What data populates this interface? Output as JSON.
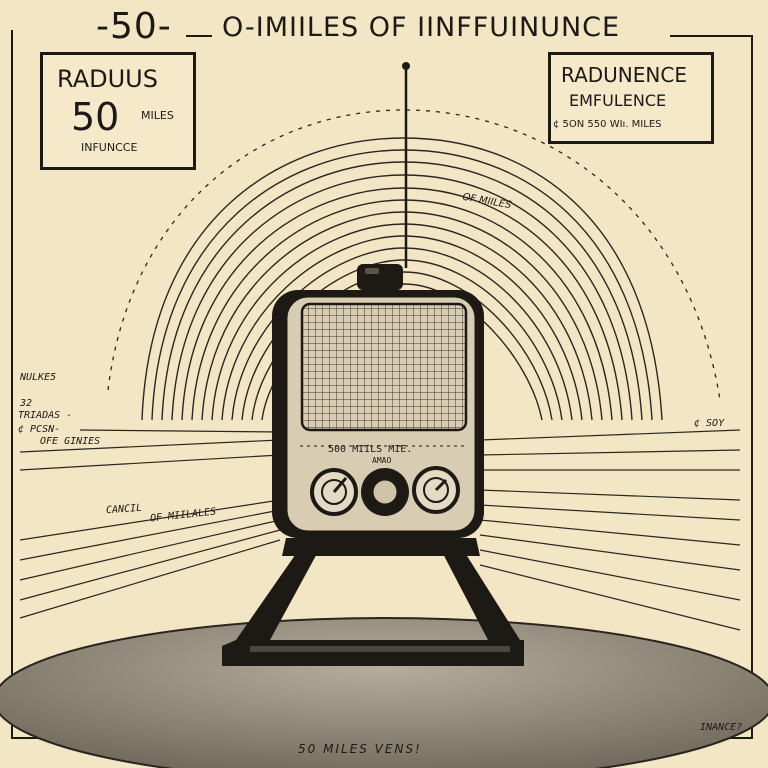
{
  "header": {
    "title_number": "-50-",
    "title_text": "O-IMIILES OF IINFFUINUNCE"
  },
  "left_box": {
    "line1": "RADUUS",
    "line2": "50",
    "line3": "MILES",
    "line4": "INFUNCCE"
  },
  "right_box": {
    "line1": "RADUNENCE",
    "line2": "EMFULENCE",
    "line3": "¢ 5ON 550 WIı. MILES"
  },
  "annotations": {
    "arc_label": "OF MIILES",
    "left_1": "NULKE5",
    "left_2": "32",
    "left_3": "TRIADAS -",
    "left_4": "¢ PCSN-",
    "left_5": "OFE GINIES",
    "left_6": "CANCIL",
    "left_7": "OF MIILALES",
    "right_1": "¢ SOY",
    "radio_label": "500 MIILS MIE.",
    "radio_sub": "AMAO",
    "bottom_right": "INANCE?",
    "footer": "50 MILES VENS!"
  },
  "colors": {
    "paper": "#f3e6c4",
    "ink": "#1d1a16",
    "ground": "#8c8478"
  }
}
